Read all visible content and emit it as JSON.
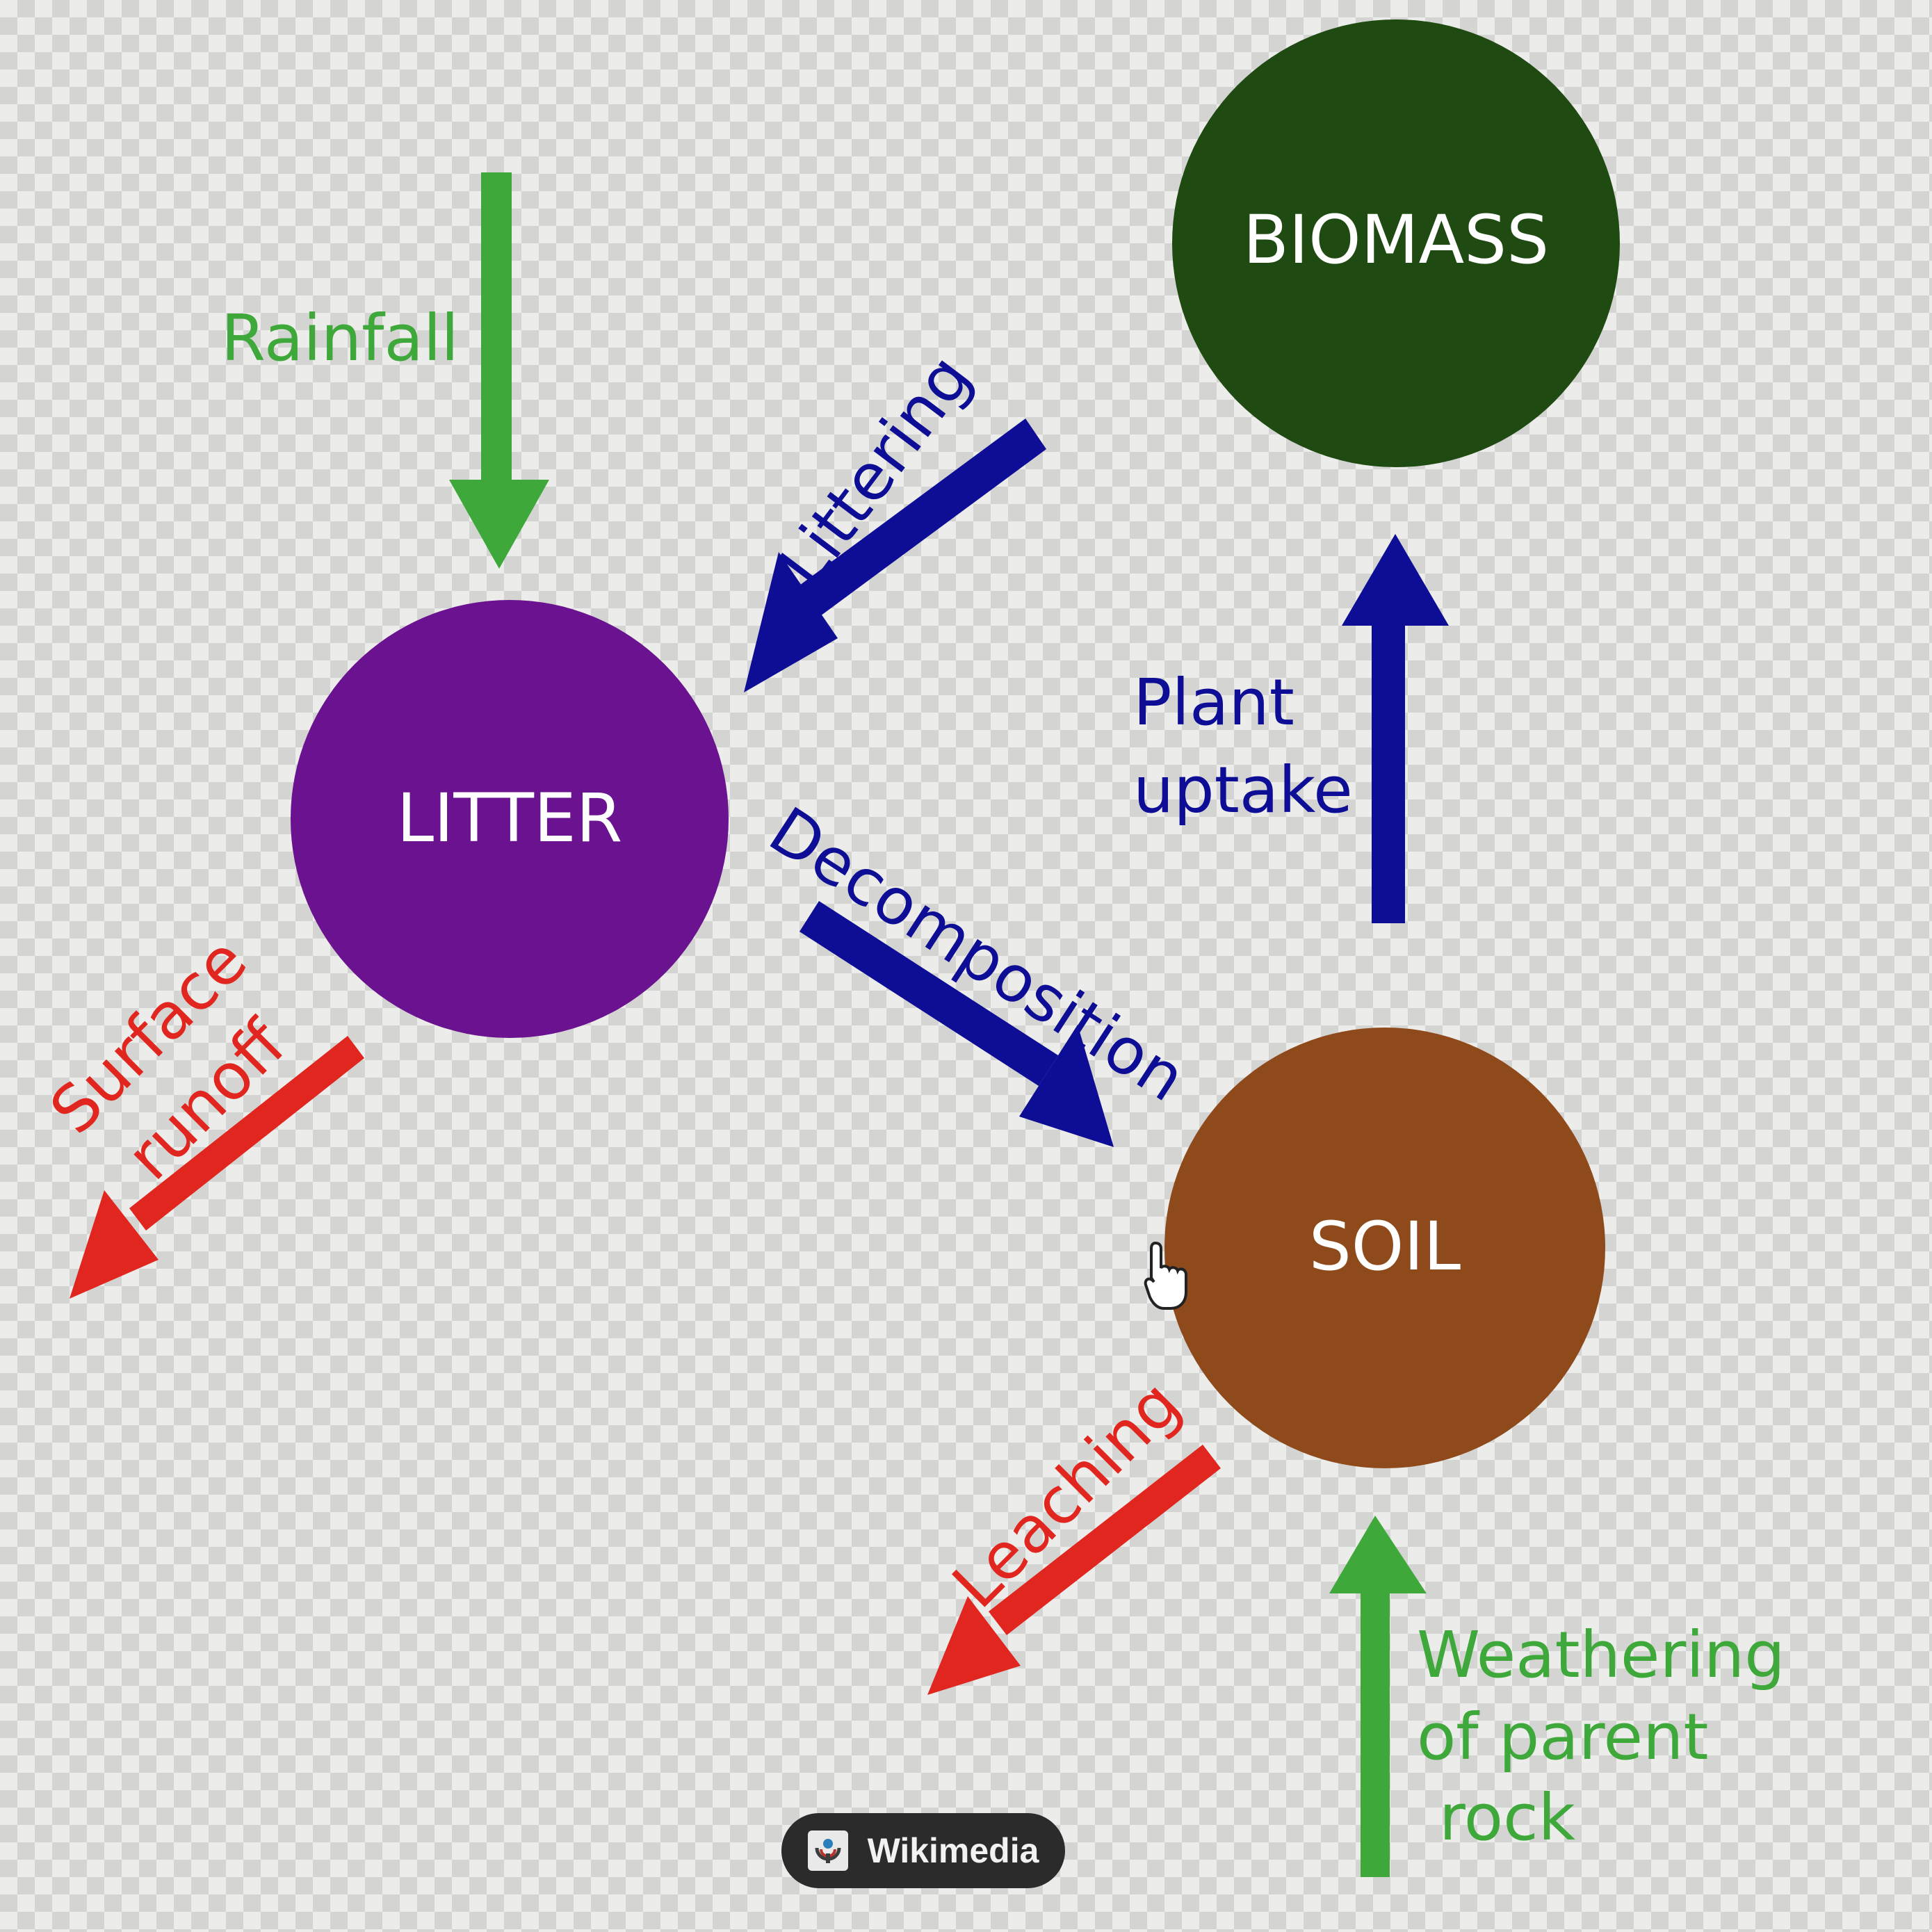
{
  "nodes": {
    "biomass": {
      "label": "BIOMASS",
      "color": "#1f4a12"
    },
    "litter": {
      "label": "LITTER",
      "color": "#6a1290"
    },
    "soil": {
      "label": "SOIL",
      "color": "#8f4a1c"
    }
  },
  "flows": {
    "rainfall": {
      "label": "Rainfall",
      "color": "#3ea83a"
    },
    "littering": {
      "label": "Littering",
      "color": "#0d0d96"
    },
    "plant_uptake": {
      "line1": "Plant",
      "line2": "uptake",
      "color": "#0d0d96"
    },
    "decomposition": {
      "label": "Decomposition",
      "color": "#0d0d96"
    },
    "surface_runoff": {
      "line1": "Surface",
      "line2": "runoff",
      "color": "#e0261f"
    },
    "leaching": {
      "label": "Leaching",
      "color": "#e0261f"
    },
    "weathering": {
      "line1": "Weathering",
      "line2": "of parent",
      "line3": "rock",
      "color": "#3ea83a"
    }
  },
  "badge": {
    "label": "Wikimedia",
    "icon": "wikimedia-logo-icon"
  }
}
